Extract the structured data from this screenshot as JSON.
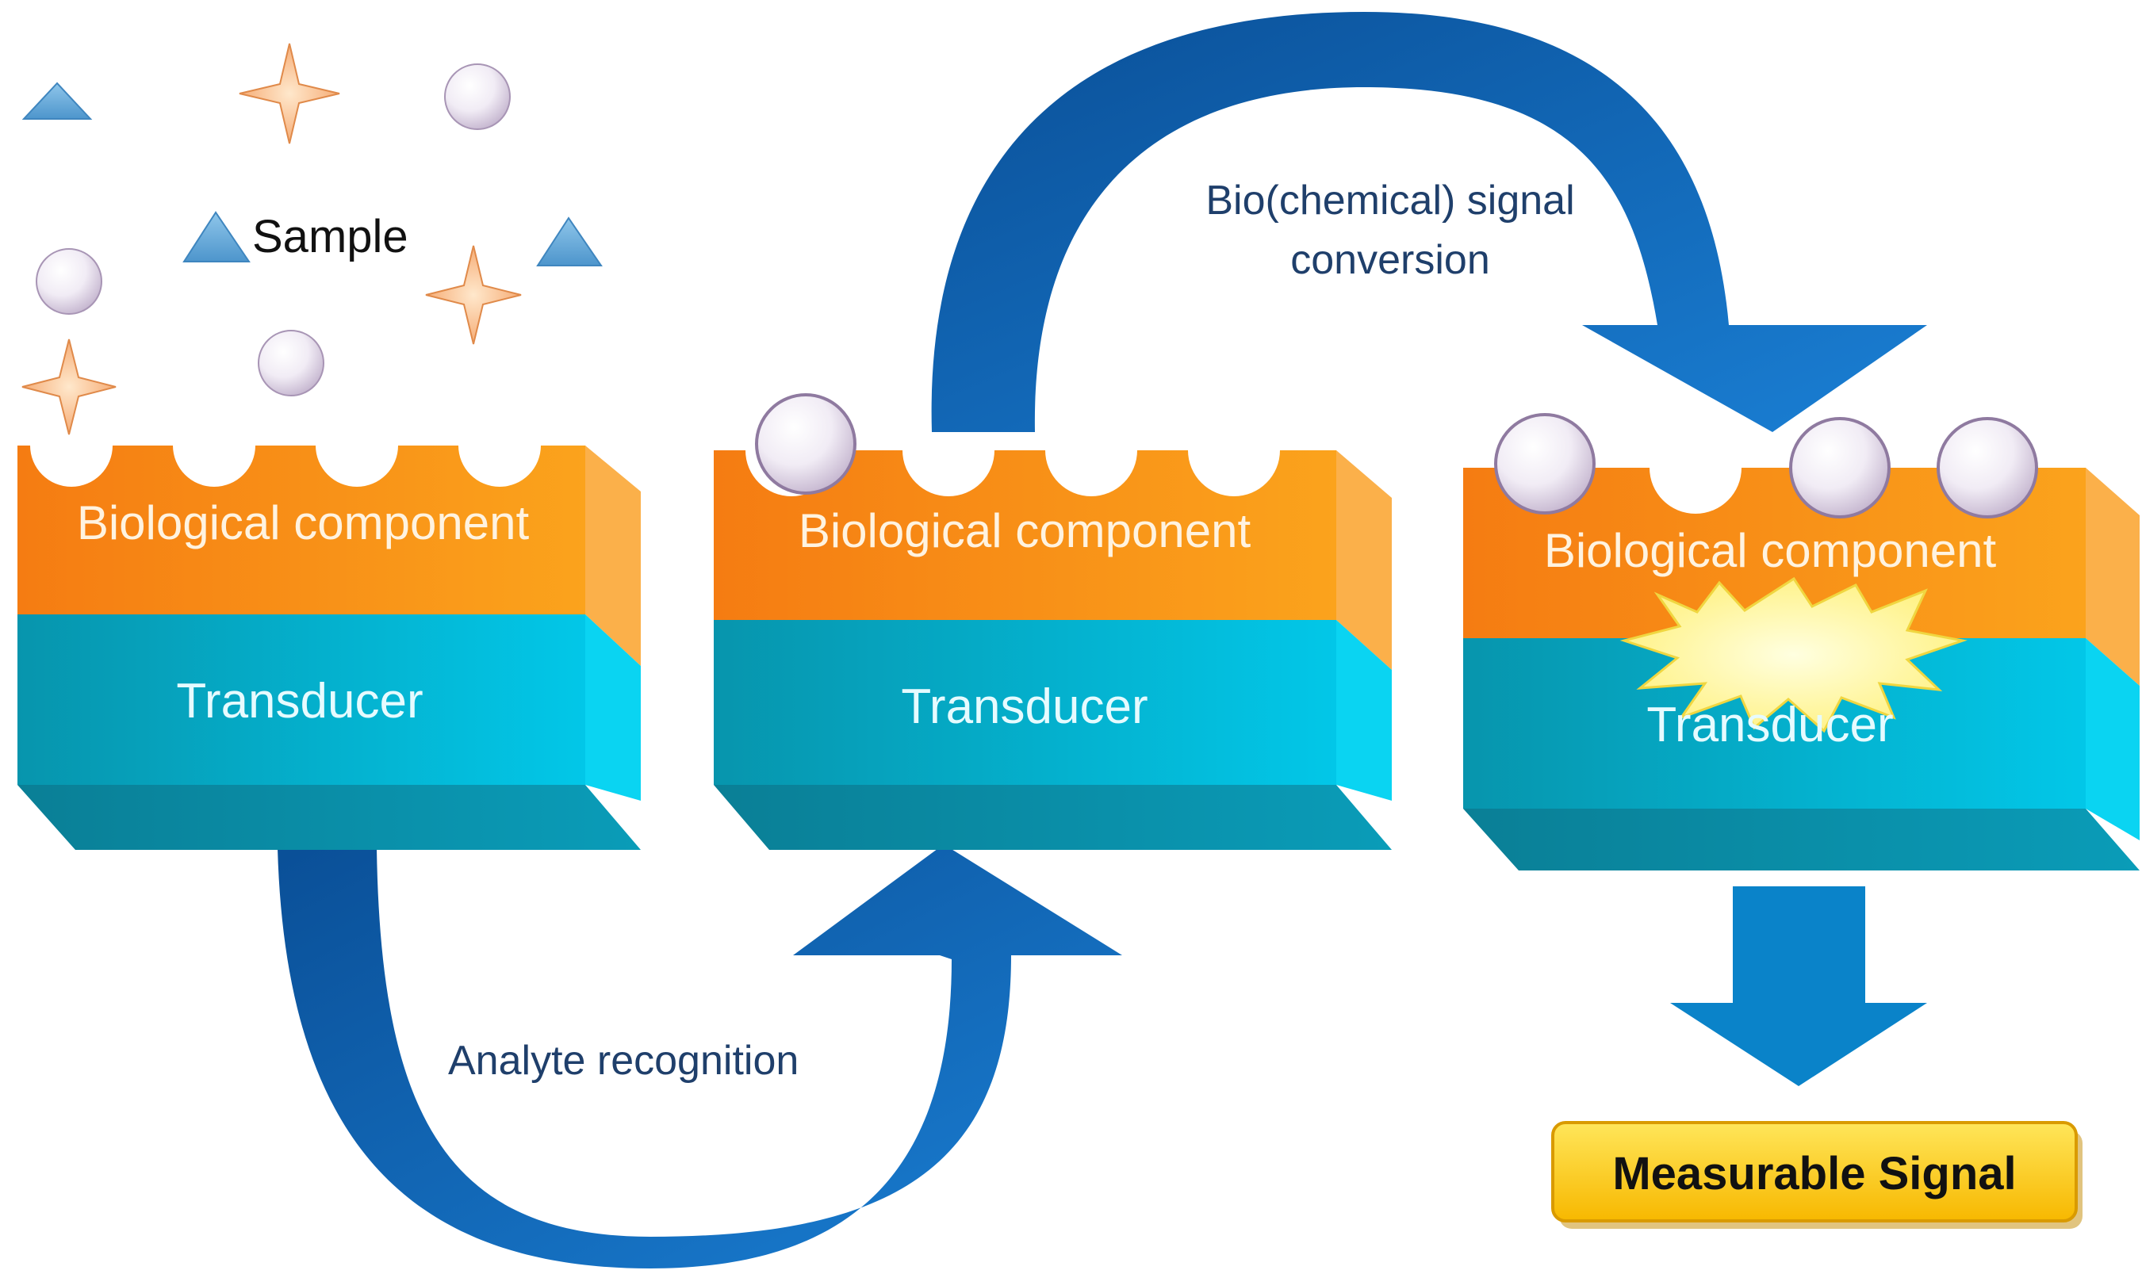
{
  "sample": {
    "label": "Sample"
  },
  "blocks": [
    {
      "bio_label": "Biological component",
      "transducer_label": "Transducer"
    },
    {
      "bio_label": "Biological component",
      "transducer_label": "Transducer"
    },
    {
      "bio_label": "Biological component",
      "transducer_label": "Transducer"
    }
  ],
  "arrows": {
    "recognition_label": "Analyte recognition",
    "conversion_label_line1": "Bio(chemical) signal",
    "conversion_label_line2": "conversion"
  },
  "output": {
    "label": "Measurable Signal"
  },
  "colors": {
    "orange": "#f7941d",
    "teal": "#00a9c9",
    "arrow_blue": "#0f6fbf",
    "label_navy": "#1f3f6b",
    "signal_yellow": "#ffd200"
  }
}
